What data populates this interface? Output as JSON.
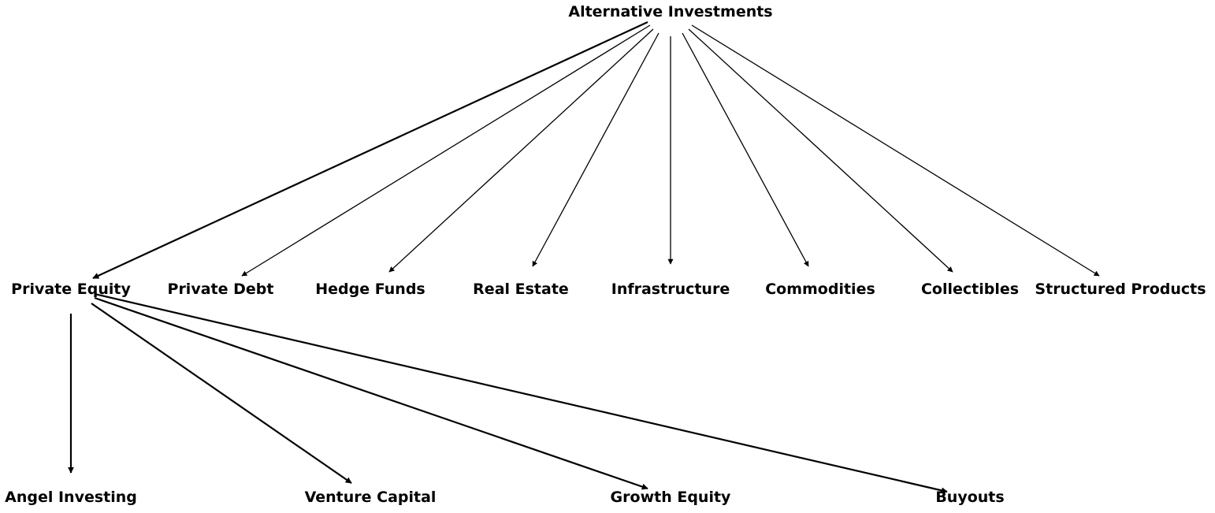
{
  "diagram": {
    "root": {
      "label": "Alternative Investments"
    },
    "categories": [
      {
        "label": "Private Equity"
      },
      {
        "label": "Private Debt"
      },
      {
        "label": "Hedge Funds"
      },
      {
        "label": "Real Estate"
      },
      {
        "label": "Infrastructure"
      },
      {
        "label": "Commodities"
      },
      {
        "label": "Collectibles"
      },
      {
        "label": "Structured Products"
      }
    ],
    "private_equity_children": [
      {
        "label": "Angel Investing"
      },
      {
        "label": "Venture Capital"
      },
      {
        "label": "Growth Equity"
      },
      {
        "label": "Buyouts"
      }
    ],
    "colors": {
      "text": "#000000",
      "edge": "#000000",
      "background": "#ffffff"
    }
  }
}
